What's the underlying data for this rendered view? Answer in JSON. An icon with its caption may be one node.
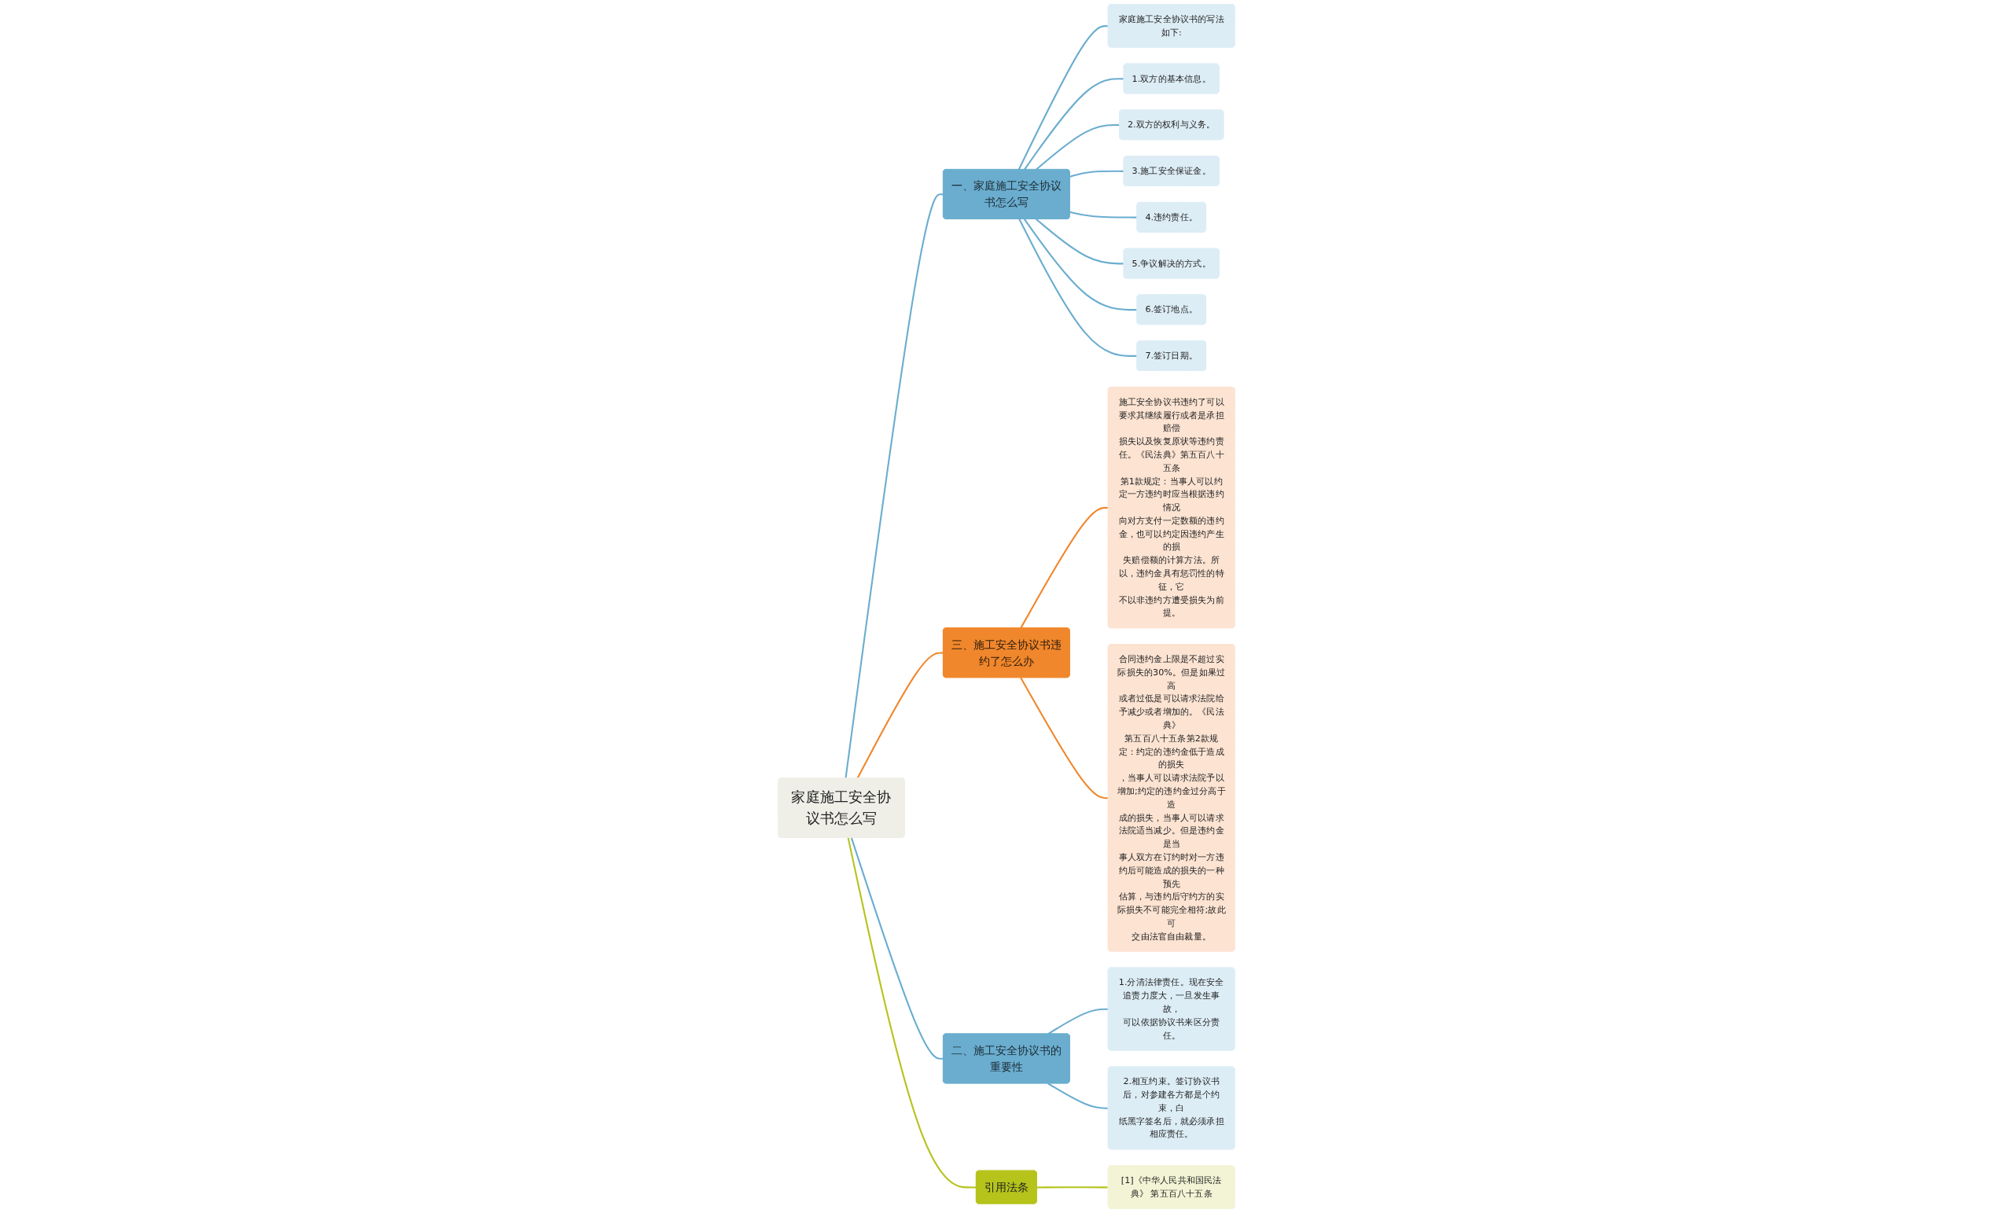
{
  "diagram": {
    "nodes": [
      {
        "text": [
          "家庭施工安全协议书怎么写"
        ]
      },
      {
        "text": [
          "一、家庭施工安全协议书怎么写"
        ]
      },
      {
        "text": [
          "家庭施工安全协议书的写法如下:"
        ]
      },
      {
        "text": [
          "1.双方的基本信息。"
        ]
      },
      {
        "text": [
          "2.双方的权利与义务。"
        ]
      },
      {
        "text": [
          "3.施工安全保证金。"
        ]
      },
      {
        "text": [
          "4.违约责任。"
        ]
      },
      {
        "text": [
          "5.争议解决的方式。"
        ]
      },
      {
        "text": [
          "6.签订地点。"
        ]
      },
      {
        "text": [
          "7.签订日期。"
        ]
      },
      {
        "text": [
          "三、施工安全协议书违约了怎么办"
        ]
      },
      {
        "text": [
          "施工安全协议书违约了可以要求其继续履行或者是承担赔偿损失以及恢复原状等违约责任。《民法典》第五百八十五条第1款规定：当事人可以约定一方违约时应当根据违约情况向对方支付一定数额的违约金，也可以约定因违约产生的损失赔偿额的计算方法。所以，违约金具有惩罚性的特征，它不以非违约方遭受损失为前提。"
        ]
      },
      {
        "text": [
          "合同违约金上限是不超过实际损失的30%。但是如果过高或者过低是可以请求法院给予减少或者增加的。《民法典》第五百八十五条第2款规定：约定的违约金低于造成的损失，当事人可以请求法院予以增加;约定的违约金过分高于造成的损失，当事人可以请求法院适当减少。但是违约金是当事人双方在订约时对一方违约后可能造成的损失的一种预先估算，与违约后守约方的实际损失不可能完全相符;故此可交由法官自由裁量。"
        ]
      },
      {
        "text": [
          "二、施工安全协议书的重要性"
        ]
      },
      {
        "text": [
          "1.分清法律责任。现在安全追责力度大，一旦发生事故，可以依据协议书来区分责任。"
        ]
      },
      {
        "text": [
          "2.相互约束。签订协议书后，对参建各方都是个约束，白纸黑字签名后，就必须承担相应责任。"
        ]
      },
      {
        "text": [
          "引用法条"
        ]
      },
      {
        "text": [
          "[1]《中华人民共和国民法典》 第五百八十五条"
        ]
      }
    ],
    "edges": [
      {
        "from": 0,
        "to": 1,
        "arrow": "none"
      },
      {
        "from": 1,
        "to": 2,
        "arrow": "none"
      },
      {
        "from": 1,
        "to": 3,
        "arrow": "none"
      },
      {
        "from": 1,
        "to": 4,
        "arrow": "none"
      },
      {
        "from": 1,
        "to": 5,
        "arrow": "none"
      },
      {
        "from": 1,
        "to": 6,
        "arrow": "none"
      },
      {
        "from": 1,
        "to": 7,
        "arrow": "none"
      },
      {
        "from": 1,
        "to": 8,
        "arrow": "none"
      },
      {
        "from": 1,
        "to": 9,
        "arrow": "none"
      },
      {
        "from": 0,
        "to": 10,
        "arrow": "none",
        "color": "#f0872c"
      },
      {
        "from": 10,
        "to": 11,
        "arrow": "none",
        "color": "#f0872c"
      },
      {
        "from": 10,
        "to": 12,
        "arrow": "none",
        "color": "#f0872c"
      },
      {
        "from": 0,
        "to": 13,
        "arrow": "none"
      },
      {
        "from": 13,
        "to": 14,
        "arrow": "none"
      },
      {
        "from": 13,
        "to": 15,
        "arrow": "none"
      },
      {
        "from": 0,
        "to": 16,
        "arrow": "none",
        "color": "#b5c31b"
      },
      {
        "from": 16,
        "to": 17,
        "arrow": "none",
        "color": "#b5c31b"
      }
    ]
  }
}
